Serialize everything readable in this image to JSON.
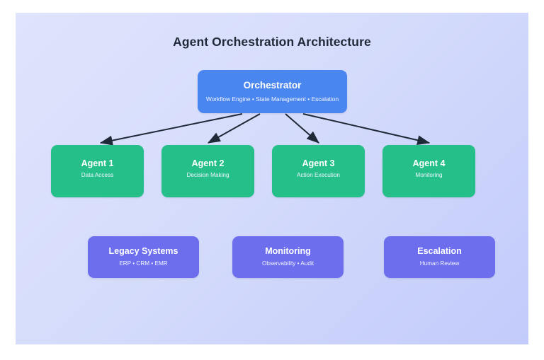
{
  "diagram": {
    "title": "Agent Orchestration Architecture",
    "colors": {
      "background_start": "#dfe4fc",
      "background_end": "#c2cbfb",
      "orchestrator": "#4a86f0",
      "agent": "#25c089",
      "support": "#6c6eee",
      "arrow": "#1f2937",
      "title_text": "#1f2937",
      "node_text": "#ffffff"
    },
    "orchestrator": {
      "title": "Orchestrator",
      "subtitle": "Workflow Engine • State Management • Escalation"
    },
    "agents": [
      {
        "title": "Agent 1",
        "subtitle": "Data Access"
      },
      {
        "title": "Agent 2",
        "subtitle": "Decision Making"
      },
      {
        "title": "Agent 3",
        "subtitle": "Action Execution"
      },
      {
        "title": "Agent 4",
        "subtitle": "Monitoring"
      }
    ],
    "support": [
      {
        "title": "Legacy Systems",
        "subtitle": "ERP • CRM • EMR"
      },
      {
        "title": "Monitoring",
        "subtitle": "Observability • Audit"
      },
      {
        "title": "Escalation",
        "subtitle": "Human Review"
      }
    ],
    "connections": [
      {
        "from": "Orchestrator",
        "to": "Agent 1"
      },
      {
        "from": "Orchestrator",
        "to": "Agent 2"
      },
      {
        "from": "Orchestrator",
        "to": "Agent 3"
      },
      {
        "from": "Orchestrator",
        "to": "Agent 4"
      }
    ]
  }
}
